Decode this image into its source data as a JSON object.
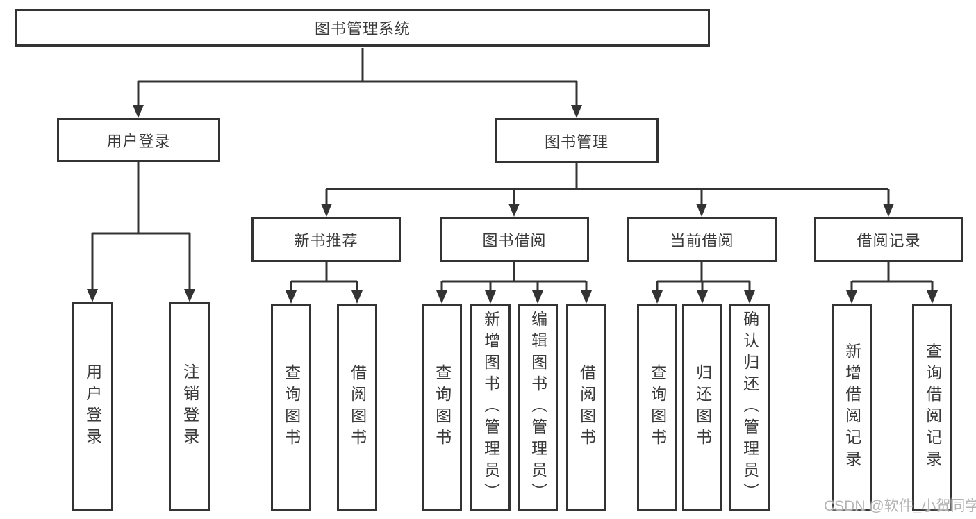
{
  "diagram": {
    "root": {
      "label": "图书管理系统"
    },
    "children": [
      {
        "label": "用户登录",
        "children": [
          {
            "label": "用户登录"
          },
          {
            "label": "注销登录"
          }
        ]
      },
      {
        "label": "图书管理",
        "children": [
          {
            "label": "新书推荐",
            "children": [
              {
                "label": "查询图书"
              },
              {
                "label": "借阅图书"
              }
            ]
          },
          {
            "label": "图书借阅",
            "children": [
              {
                "label": "查询图书"
              },
              {
                "label": "新增图书（管理员）"
              },
              {
                "label": "编辑图书（管理员）"
              },
              {
                "label": "借阅图书"
              }
            ]
          },
          {
            "label": "当前借阅",
            "children": [
              {
                "label": "查询图书"
              },
              {
                "label": "归还图书"
              },
              {
                "label": "确认归还（管理员）"
              }
            ]
          },
          {
            "label": "借阅记录",
            "children": [
              {
                "label": "新增借阅记录"
              },
              {
                "label": "查询借阅记录"
              }
            ]
          }
        ]
      }
    ]
  },
  "watermark": {
    "text": "CSDN @软件_小贺同学"
  },
  "colors": {
    "line": "#333333",
    "box_border": "#333333",
    "box_background": "#ffffff",
    "text": "#3a3a3a",
    "watermark": "#b4b4b4"
  }
}
